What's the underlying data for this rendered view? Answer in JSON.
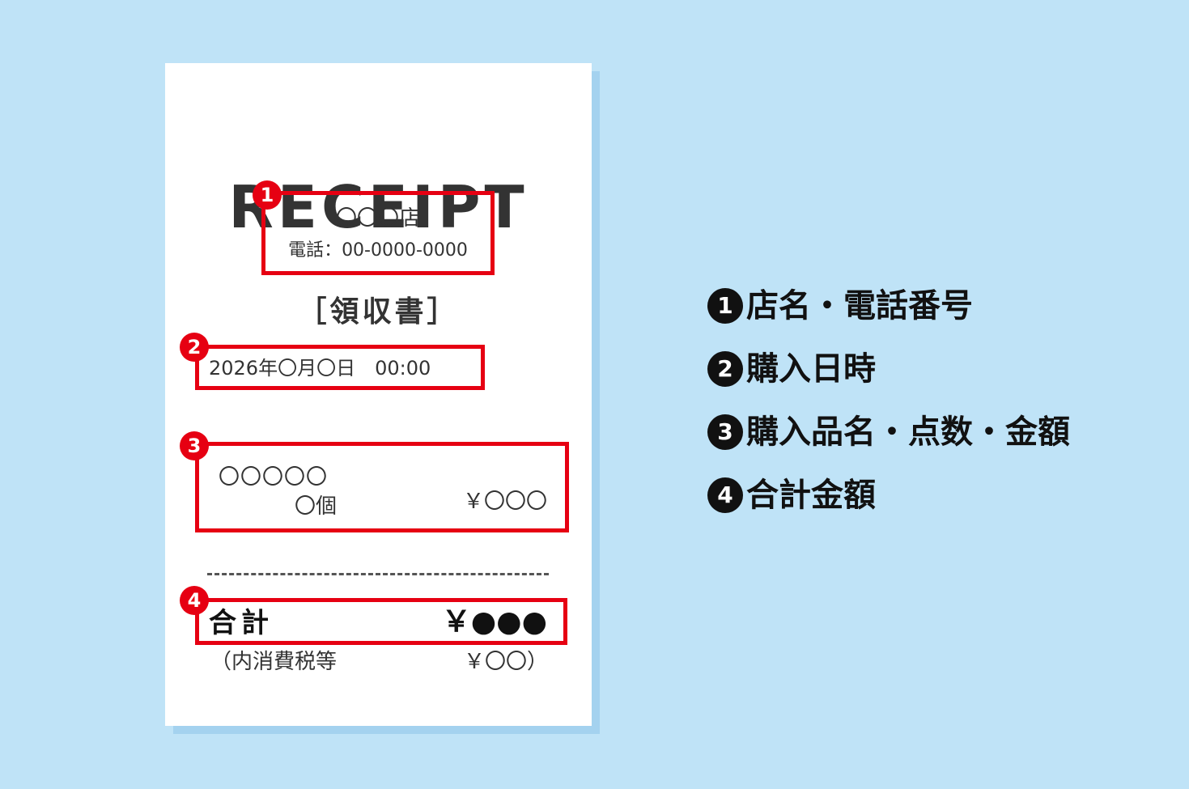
{
  "receipt": {
    "title": "RECEIPT",
    "store_name": "〇〇〇店",
    "store_phone": "電話：00-0000-0000",
    "doc_type": "［領収書］",
    "datetime": "2026年〇月〇日　00:00",
    "item_name": "〇〇〇〇〇",
    "item_qty": "〇個",
    "item_price": "￥〇〇〇",
    "total_label": "合計",
    "total_value": "￥●●●",
    "tax_label": "（内消費税等",
    "tax_value": "￥〇〇）"
  },
  "markers": [
    "1",
    "2",
    "3",
    "4"
  ],
  "legend": [
    {
      "num": "1",
      "label": "店名・電話番号"
    },
    {
      "num": "2",
      "label": "購入日時"
    },
    {
      "num": "3",
      "label": "購入品名・点数・金額"
    },
    {
      "num": "4",
      "label": "合計金額"
    }
  ],
  "colors": {
    "background": "#bfe3f7",
    "paper": "#ffffff",
    "highlight": "#e60012",
    "text": "#222222"
  }
}
